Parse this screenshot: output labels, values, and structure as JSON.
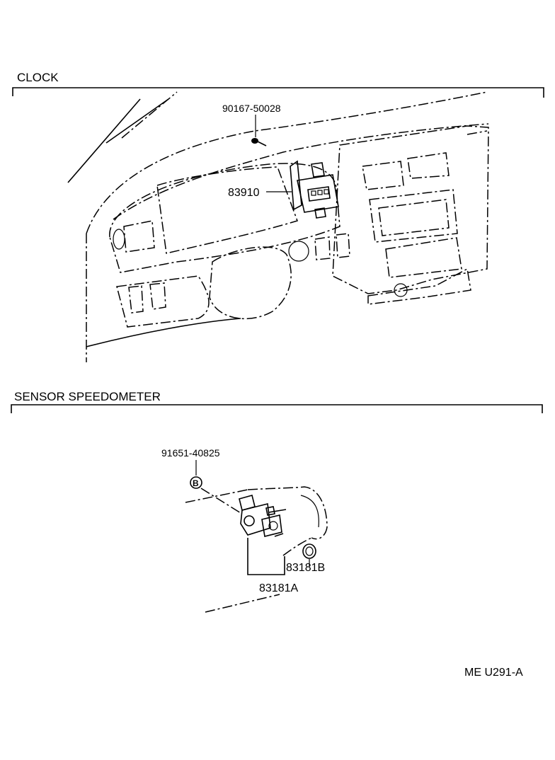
{
  "sections": {
    "clock": {
      "title": "CLOCK",
      "parts": {
        "screw": "90167-50028",
        "clock": "83910"
      }
    },
    "sensor": {
      "title": "SENSOR SPEEDOMETER",
      "parts": {
        "bolt": "91651-40825",
        "sensor": "83181A",
        "seal": "83181B",
        "bolt_marker": "B"
      }
    }
  },
  "diagram_code": "ME U291-A"
}
